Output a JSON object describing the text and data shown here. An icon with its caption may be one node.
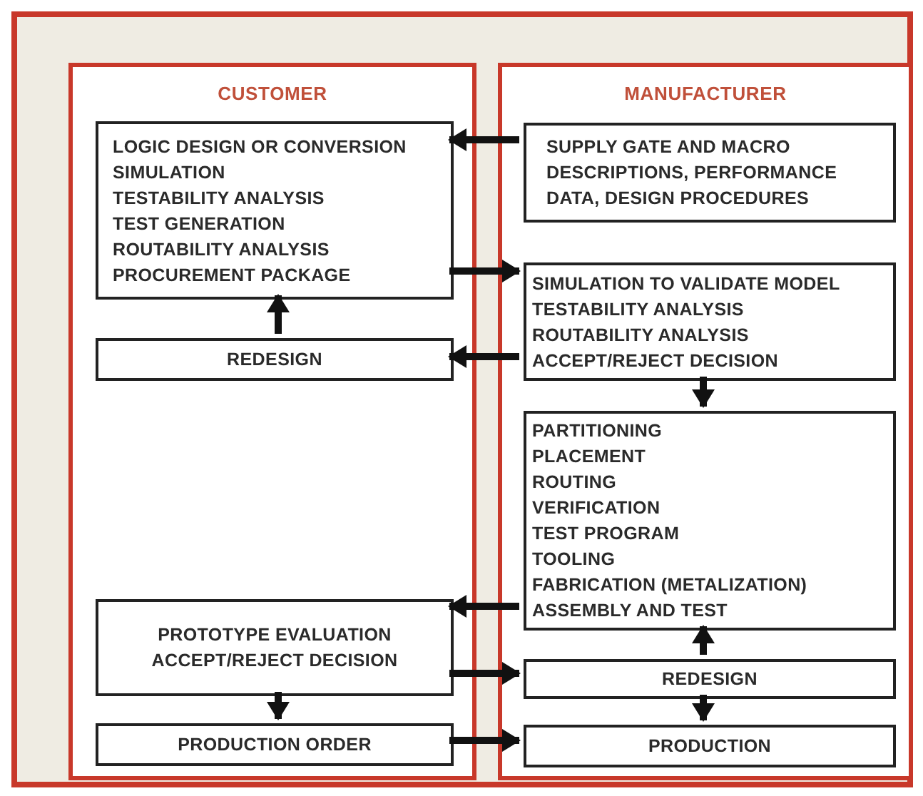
{
  "diagram": {
    "nodes": [
      {
        "text": [
          "CUSTOMER"
        ]
      },
      {
        "text": [
          "MANUFACTURER"
        ]
      },
      {
        "text": [
          "LOGIC DESIGN OR CONVERSION",
          "SIMULATION",
          "TESTABILITY ANALYSIS",
          "TEST GENERATION",
          "ROUTABILITY ANALYSIS",
          "PROCUREMENT PACKAGE"
        ],
        "in": 0
      },
      {
        "text": [
          "SUPPLY GATE AND MACRO DESCRIPTIONS, PERFORMANCE DATA, DESIGN PROCEDURES"
        ],
        "in": 1
      },
      {
        "text": [
          "SIMULATION TO VALIDATE MODEL",
          "TESTABILITY ANALYSIS",
          "ROUTABILITY ANALYSIS",
          "ACCEPT/REJECT DECISION"
        ],
        "in": 1
      },
      {
        "text": [
          "REDESIGN"
        ],
        "in": 0
      },
      {
        "text": [
          "PARTITIONING",
          "PLACEMENT",
          "ROUTING",
          "VERIFICATION",
          "TEST PROGRAM",
          "TOOLING",
          "FABRICATION (METALIZATION)",
          "ASSEMBLY AND TEST"
        ],
        "in": 1
      },
      {
        "text": [
          "PROTOTYPE EVALUATION",
          "ACCEPT/REJECT DECISION"
        ],
        "in": 0
      },
      {
        "text": [
          "REDESIGN"
        ],
        "in": 1
      },
      {
        "text": [
          "PRODUCTION ORDER"
        ],
        "in": 0
      },
      {
        "text": [
          "PRODUCTION"
        ],
        "in": 1
      }
    ],
    "edges": [
      {
        "from": 3,
        "to": 2,
        "arrow": "to"
      },
      {
        "from": 2,
        "to": 4,
        "arrow": "to"
      },
      {
        "from": 5,
        "to": 2,
        "arrow": "to"
      },
      {
        "from": 4,
        "to": 5,
        "arrow": "to"
      },
      {
        "from": 4,
        "to": 6,
        "arrow": "to"
      },
      {
        "from": 6,
        "to": 7,
        "arrow": "to"
      },
      {
        "from": 7,
        "to": 8,
        "arrow": "to"
      },
      {
        "from": 8,
        "to": 6,
        "arrow": "to"
      },
      {
        "from": 8,
        "to": 10,
        "arrow": "to"
      },
      {
        "from": 7,
        "to": 9,
        "arrow": "to"
      },
      {
        "from": 9,
        "to": 10,
        "arrow": "to"
      }
    ]
  }
}
